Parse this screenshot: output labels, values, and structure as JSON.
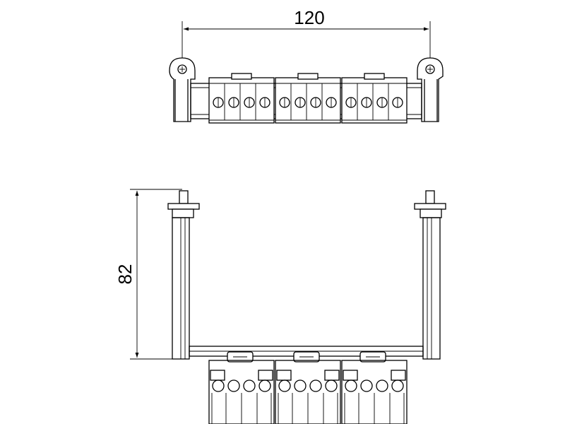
{
  "dimensions": {
    "width_label": "120",
    "height_label": "82"
  },
  "views": {
    "top": {
      "terminal_blocks": 3,
      "clamps_per_block": 4
    },
    "front": {
      "terminal_blocks": 3,
      "clamps_per_block": 4
    }
  },
  "colors": {
    "line": "#000000",
    "background": "#ffffff"
  }
}
